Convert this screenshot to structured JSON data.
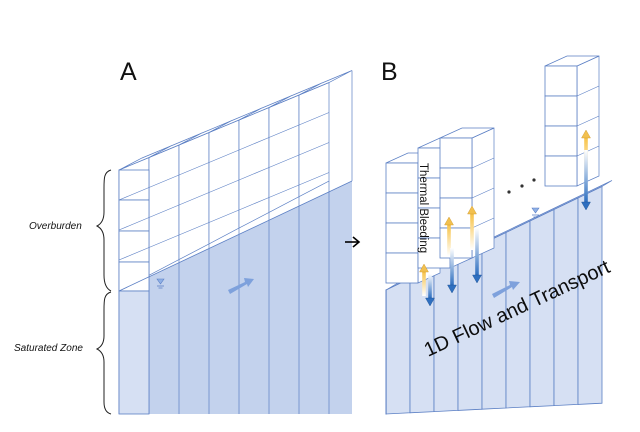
{
  "panel_a": {
    "letter": "A",
    "overburden_label": "Overburden",
    "saturated_label": "Saturated Zone"
  },
  "panel_b": {
    "letter": "B",
    "thermal_label": "Thermal Bleeding",
    "flow_label": "1D Flow and Transport",
    "ellipsis": ". . ."
  },
  "colors": {
    "grid_line": "#5b7fc4",
    "water_fill": "#d6e0f3",
    "water_top": "#cad7ef",
    "water_side": "#c3d2ed",
    "dry_fill": "#ffffff",
    "flow_arrow": "#7ea1dc",
    "heat_arrow": "#f2c04e",
    "cool_arrow": "#2e6fc0",
    "transition_arrow": "#000000"
  }
}
